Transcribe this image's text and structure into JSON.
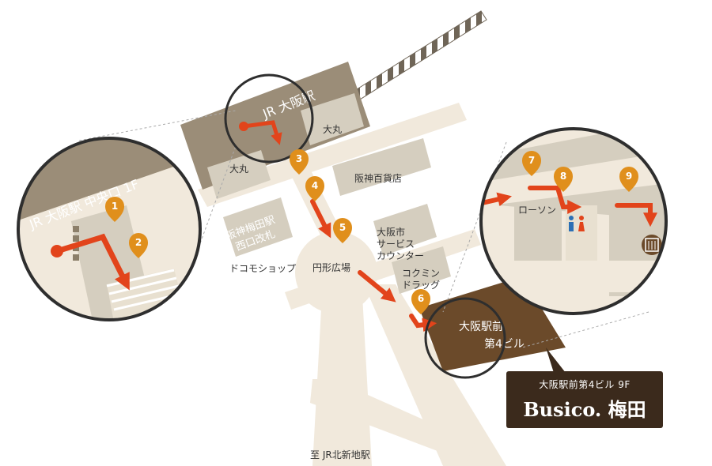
{
  "colors": {
    "road": "#f1e9dc",
    "building": "#d5cebf",
    "station_dark": "#9b8d78",
    "target": "#6b4a2a",
    "arrow": "#e2441b",
    "pin": "#e08f1c",
    "callout": "#3b2a1c"
  },
  "labels": {
    "jr_osaka": "JR 大阪駅",
    "daimaru_top": "大丸",
    "daimaru_left": "大丸",
    "hanshin_dept": "阪神百貨店",
    "hanshin_umeda_l1": "阪神梅田駅",
    "hanshin_umeda_l2": "西口改札",
    "docomo": "ドコモショップ",
    "enkei": "円形広場",
    "service_l1": "大阪市",
    "service_l2": "サービス",
    "service_l3": "カウンター",
    "kokumin_l1": "コクミン",
    "kokumin_l2": "ドラッグ",
    "target_l1": "大阪駅前",
    "target_l2": "第4ビル",
    "to_kitashinchi": "至 JR北新地駅",
    "zoom_left_title": "JR 大阪駅 中央口 1F",
    "lawson": "ローソン"
  },
  "pins": [
    "1",
    "2",
    "3",
    "4",
    "5",
    "6",
    "7",
    "8",
    "9"
  ],
  "callout": {
    "subtitle": "大阪駅前第4ビル 9F",
    "title": "Busico. 梅田"
  },
  "icons": {
    "toilet": "restroom-icon",
    "elevator": "elevator-icon"
  }
}
